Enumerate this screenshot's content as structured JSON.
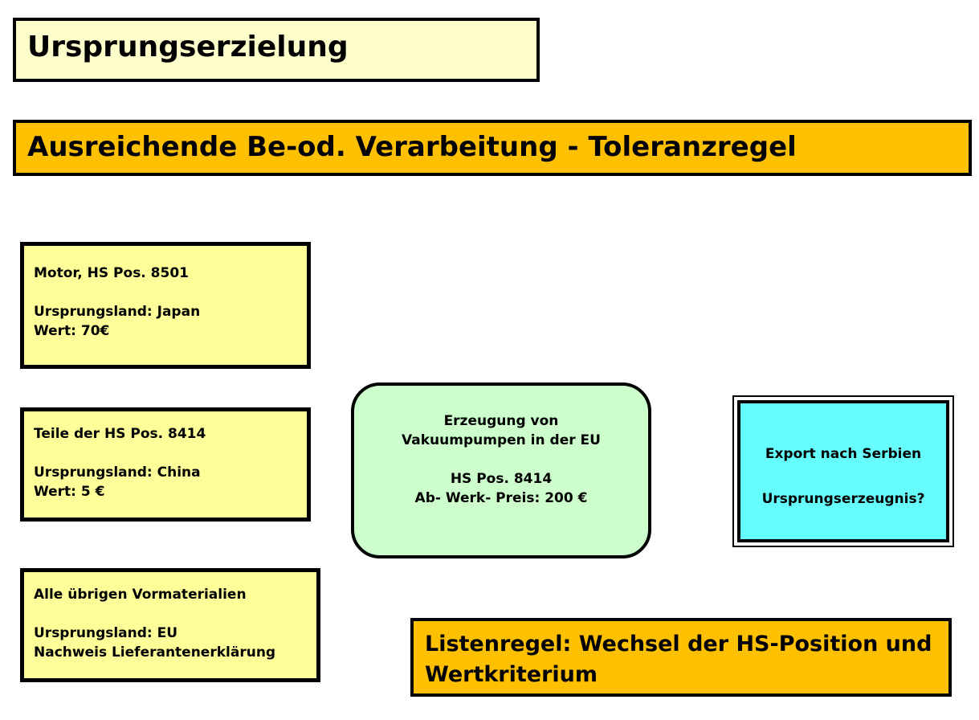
{
  "title": "Ursprungserzielung",
  "subtitle": "Ausreichende Be-od. Verarbeitung - Toleranzregel",
  "inputs": [
    {
      "line1": "Motor, HS Pos. 8501",
      "line2": "Ursprungsland: Japan",
      "line3": "Wert: 70€"
    },
    {
      "line1": "Teile der HS Pos. 8414",
      "line2": "Ursprungsland: China",
      "line3": "Wert: 5 €"
    },
    {
      "line1": "Alle übrigen Vormaterialien",
      "line2": "Ursprungsland: EU",
      "line3": "Nachweis Lieferantenerklärung"
    }
  ],
  "production": {
    "line1": "Erzeugung von",
    "line2": "Vakuumpumpen in der EU",
    "line3": "HS Pos. 8414",
    "line4": "Ab- Werk- Preis: 200 €"
  },
  "export": {
    "line1": "Export nach Serbien",
    "line2": "Ursprungserzeugnis?"
  },
  "rule": {
    "line1": "Listenregel: Wechsel der HS-Position und",
    "line2": "Wertkriterium"
  },
  "colors": {
    "title_bg": "#ffffcc",
    "banner_bg": "#ffc000",
    "input_bg": "#ffff99",
    "production_bg": "#ccffcc",
    "export_bg": "#66ffff"
  }
}
